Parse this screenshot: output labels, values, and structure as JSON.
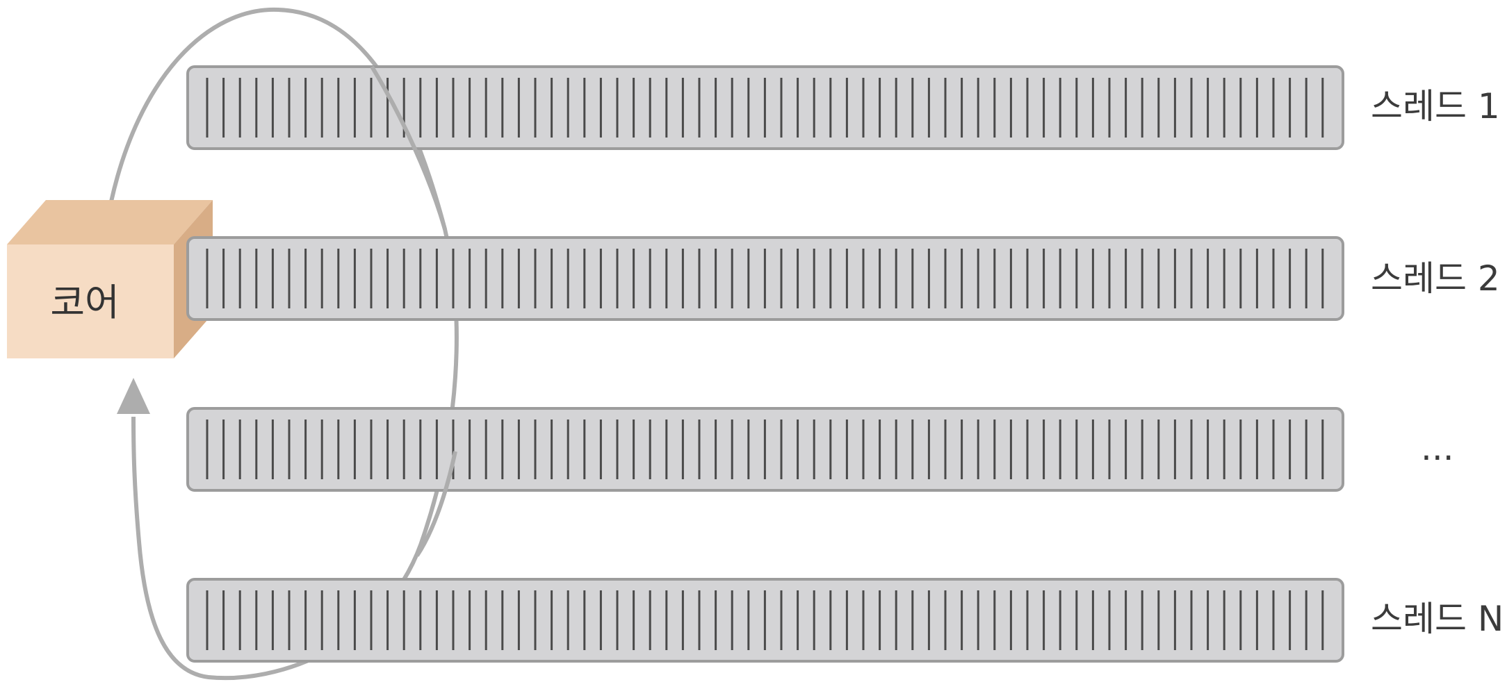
{
  "core": {
    "label": "코어"
  },
  "threads": [
    {
      "label": "스레드 1"
    },
    {
      "label": "스레드 2"
    },
    {
      "label": "..."
    },
    {
      "label": "스레드 N"
    }
  ],
  "colors": {
    "bar_fill": "#d4d4d6",
    "bar_stroke": "#9c9c9c",
    "bar_ticks": "#4a4a4a",
    "cycle_arrow": "#adadad",
    "core_front": "#f6dcc4",
    "core_top": "#e9c4a0",
    "core_side": "#d8ad86"
  }
}
